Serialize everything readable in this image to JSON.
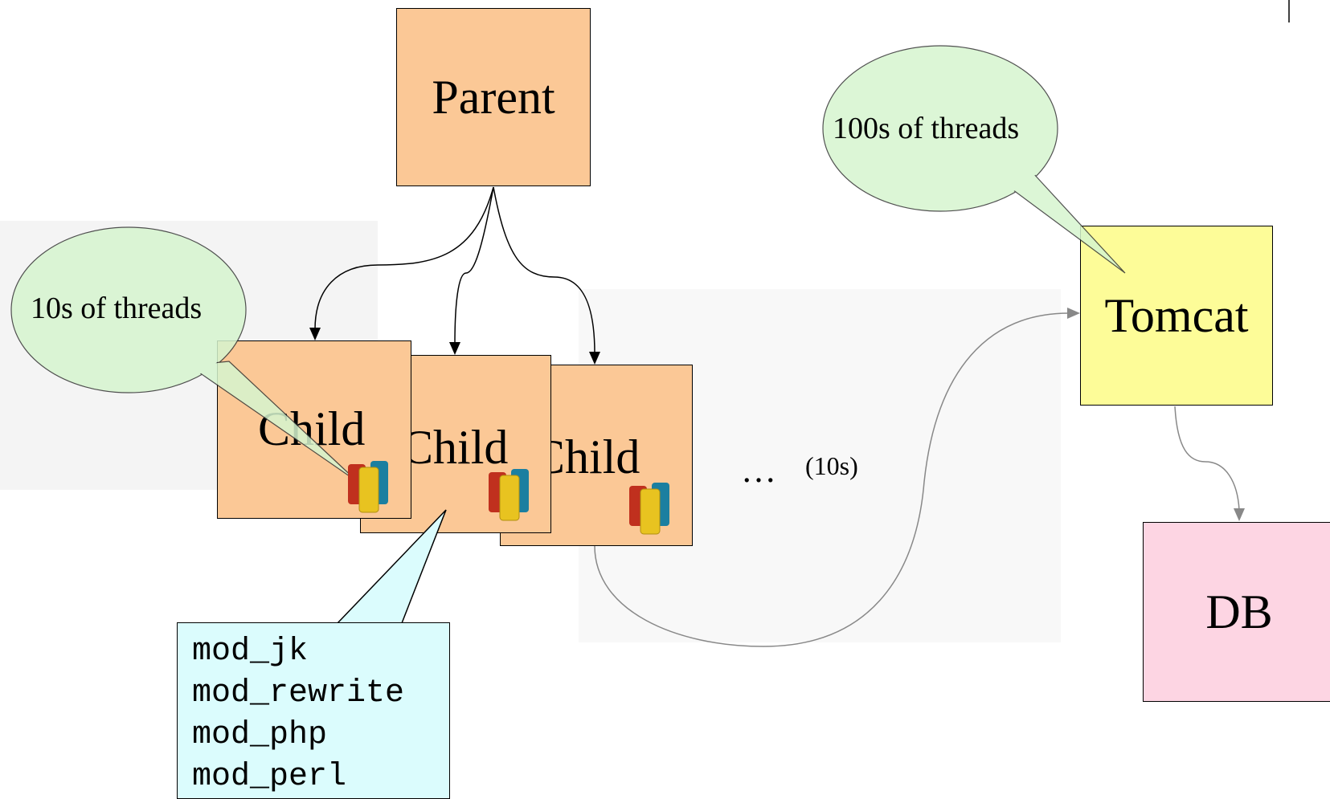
{
  "nodes": {
    "parent": "Parent",
    "child1": "Child",
    "child2": "Child",
    "child3": "Child",
    "tomcat": "Tomcat",
    "db": "DB"
  },
  "bubbles": {
    "apache_threads": "10s of threads",
    "tomcat_threads": "100s of threads"
  },
  "more_children": {
    "dots": "…",
    "count": "(10s)"
  },
  "modules": [
    "mod_jk",
    "mod_rewrite",
    "mod_php",
    "mod_perl"
  ],
  "colors": {
    "process_box": "#fbc896",
    "tomcat_box": "#fdfc98",
    "db_box": "#fdd5e3",
    "thread_bubble": "#d6f5cf",
    "module_box": "#dbfcfd"
  },
  "icons": [
    "thread-spools-icon"
  ]
}
